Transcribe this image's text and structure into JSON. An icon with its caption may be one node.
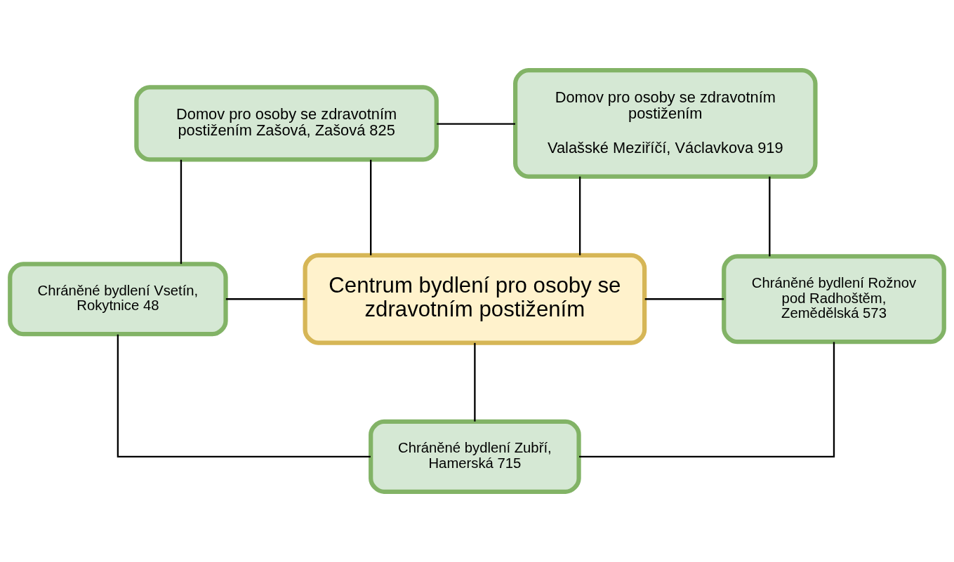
{
  "diagram": {
    "nodes": [
      {
        "text": [
          "Domov pro osoby se zdravotním postižením Zašová, Zašová 825"
        ]
      },
      {
        "text": [
          "Domov pro osoby se zdravotním postižením",
          "Valašské Meziříčí, Václavkova 919"
        ]
      },
      {
        "text": [
          "Centrum bydlení pro osoby se zdravotním postižením"
        ]
      },
      {
        "text": [
          "Chráněné bydlení Vsetín, Rokytnice 48"
        ]
      },
      {
        "text": [
          "Chráněné bydlení Rožnov pod Radhoštěm, Zemědělská 573"
        ]
      },
      {
        "text": [
          "Chráněné bydlení Zubří, Hamerská 715"
        ]
      }
    ],
    "edges": [
      {
        "from": 0,
        "to": 1,
        "arrow": "none"
      },
      {
        "from": 0,
        "to": 2,
        "arrow": "none"
      },
      {
        "from": 1,
        "to": 2,
        "arrow": "none"
      },
      {
        "from": 0,
        "to": 3,
        "arrow": "none"
      },
      {
        "from": 1,
        "to": 4,
        "arrow": "none"
      },
      {
        "from": 3,
        "to": 2,
        "arrow": "none"
      },
      {
        "from": 2,
        "to": 4,
        "arrow": "none"
      },
      {
        "from": 2,
        "to": 5,
        "arrow": "none"
      },
      {
        "from": 3,
        "to": 5,
        "arrow": "none"
      },
      {
        "from": 4,
        "to": 5,
        "arrow": "none"
      }
    ]
  }
}
